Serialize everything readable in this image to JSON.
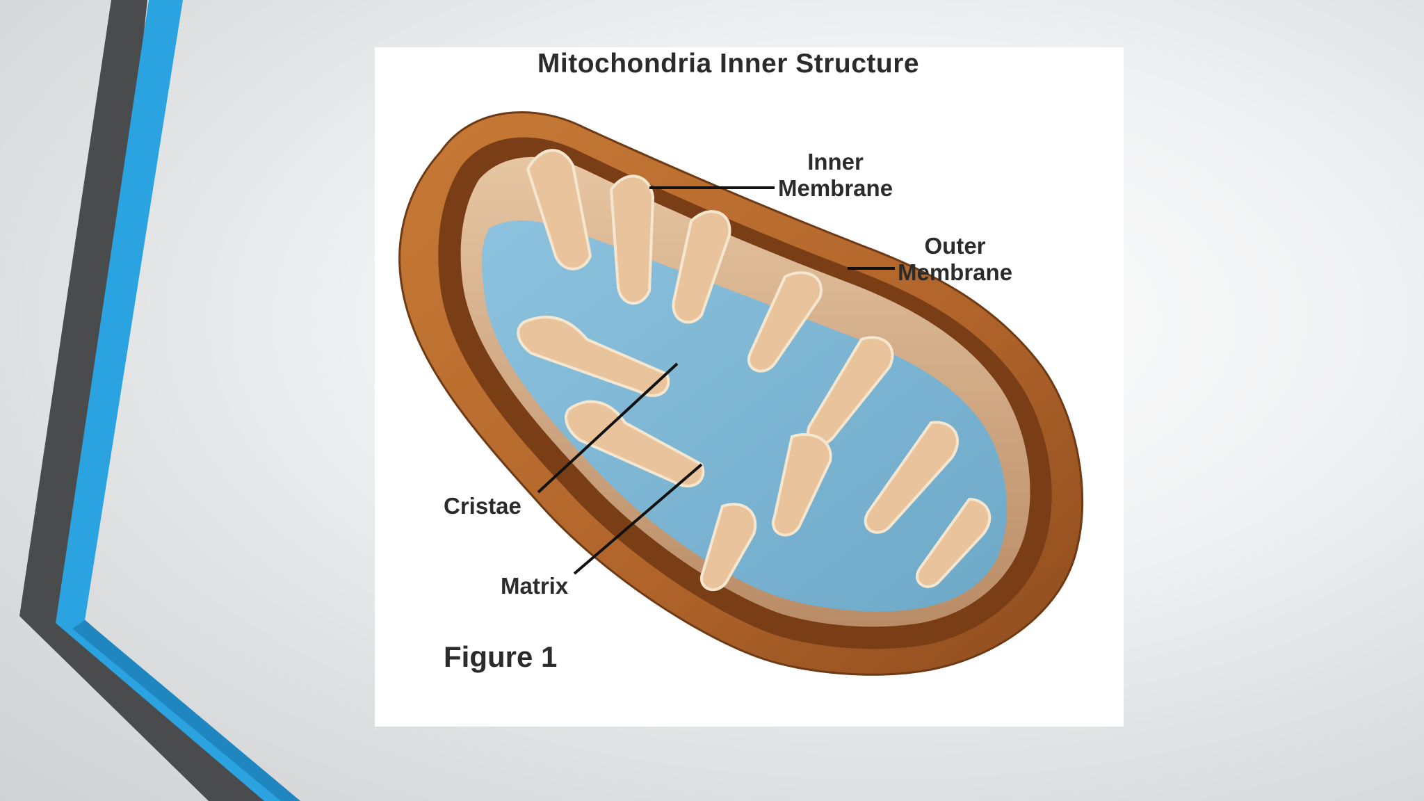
{
  "figure": {
    "title": "Mitochondria Inner Structure",
    "caption": "Figure 1",
    "labels": {
      "inner_membrane_line1": "Inner",
      "inner_membrane_line2": "Membrane",
      "outer_membrane_line1": "Outer",
      "outer_membrane_line2": "Membrane",
      "cristae": "Cristae",
      "matrix": "Matrix"
    }
  },
  "colors": {
    "accent_blue": "#2aa3e0",
    "accent_dark": "#4a4b4d",
    "outer_membrane": "#b8692a",
    "matrix_fill": "#7fb8d6",
    "inner_membrane": "#e9c9a2"
  }
}
